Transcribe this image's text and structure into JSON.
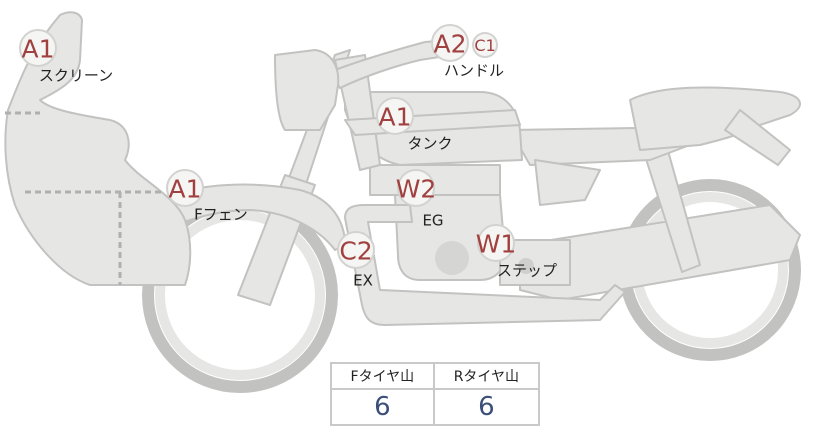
{
  "colors": {
    "body_fill": "#e6e6e4",
    "body_stroke": "#c2c2c0",
    "marker_fill": "#f5f5f4",
    "marker_stroke": "#d2d2d0",
    "code_text": "#a0413f",
    "value_text": "#3b4f7a"
  },
  "damage_points": [
    {
      "id": "screen",
      "code": "A1",
      "part": "スクリーン"
    },
    {
      "id": "handle",
      "code": "A2",
      "sub_code": "C1",
      "part": "ハンドル"
    },
    {
      "id": "tank",
      "code": "A1",
      "part": "タンク"
    },
    {
      "id": "front-fender",
      "code": "A1",
      "part": "Fフェン"
    },
    {
      "id": "engine",
      "code": "W2",
      "part": "EG"
    },
    {
      "id": "exhaust",
      "code": "C2",
      "part": "EX"
    },
    {
      "id": "step",
      "code": "W1",
      "part": "ステップ"
    }
  ],
  "tire_tread": {
    "front_label": "Fタイヤ山",
    "rear_label": "Rタイヤ山",
    "front_value": "6",
    "rear_value": "6"
  }
}
